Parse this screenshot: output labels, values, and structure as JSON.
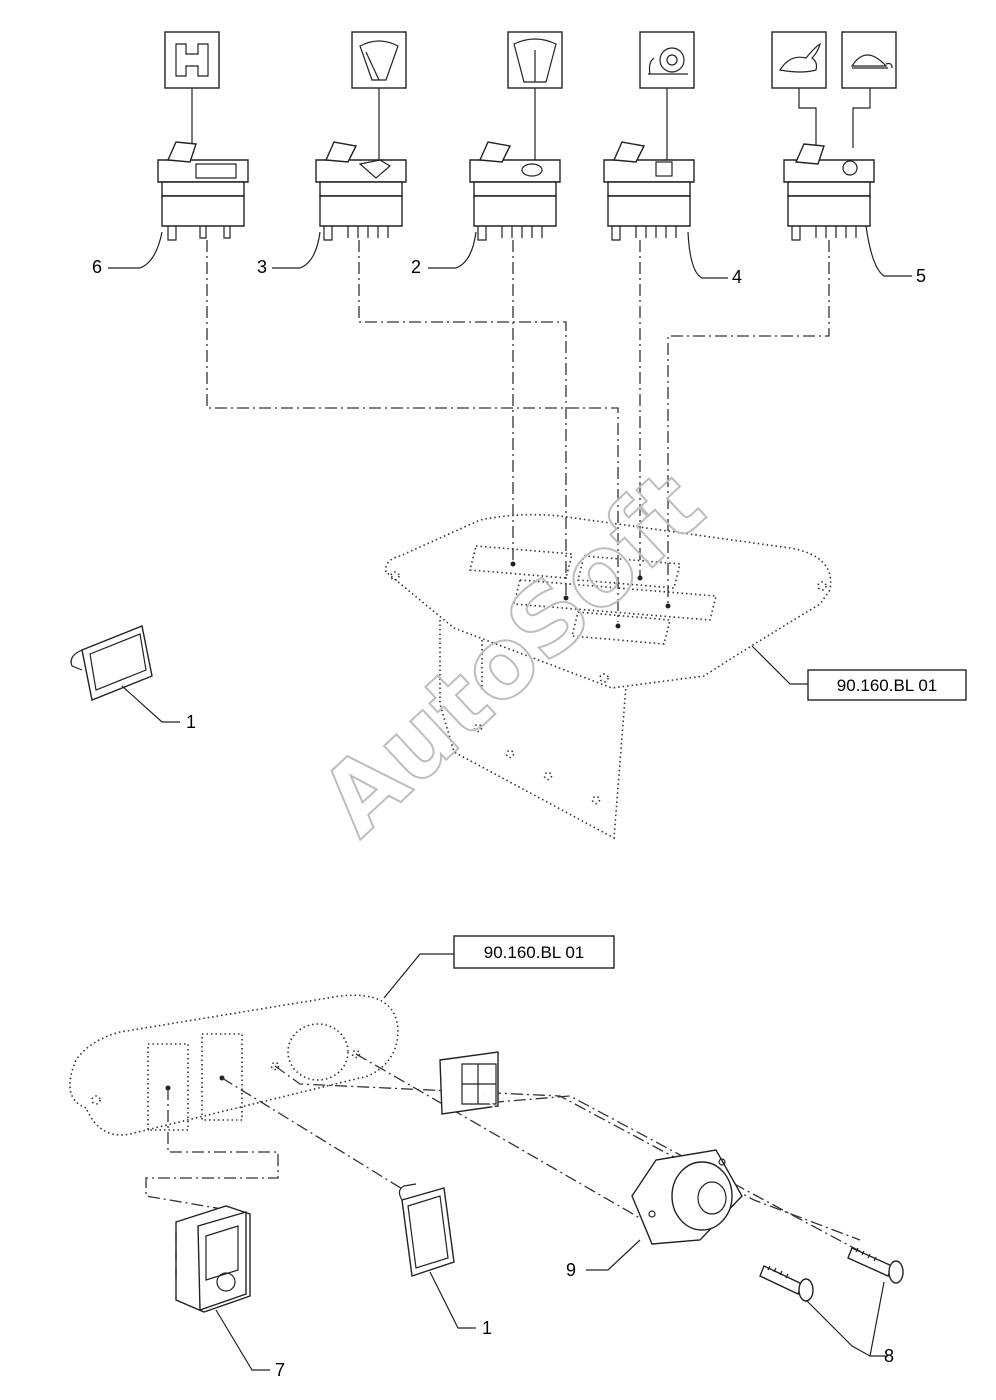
{
  "callouts": [
    "1",
    "2",
    "3",
    "4",
    "5",
    "6",
    "7",
    "8",
    "9",
    "1"
  ],
  "refs": [
    "90.160.BL 01",
    "90.160.BL 01"
  ],
  "watermark": "AutoSoft"
}
